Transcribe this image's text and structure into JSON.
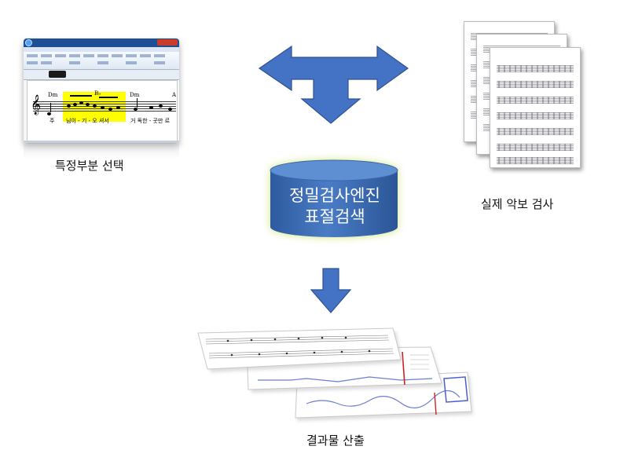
{
  "diagram": {
    "labels": {
      "select_part": "특정부분 선택",
      "real_scores": "실제 악보 검사",
      "result": "결과물 산출"
    },
    "engine": {
      "line1": "정밀검사엔진",
      "line2": "표절검색"
    },
    "score_screenshot": {
      "chords": [
        "Dm",
        "B♭",
        "Dm",
        "A"
      ],
      "lyrics": [
        "주",
        "님이 - 기 - 오 셔서",
        "거 독한 - 곳만 르"
      ],
      "highlight_color": "#ffff00"
    },
    "colors": {
      "arrow_fill": "#4472c4",
      "arrow_stroke": "#2f528f",
      "engine_body": "#3f6fb7",
      "engine_glow": "#c8e36a",
      "app_titlebar": "#1e4f95"
    }
  }
}
